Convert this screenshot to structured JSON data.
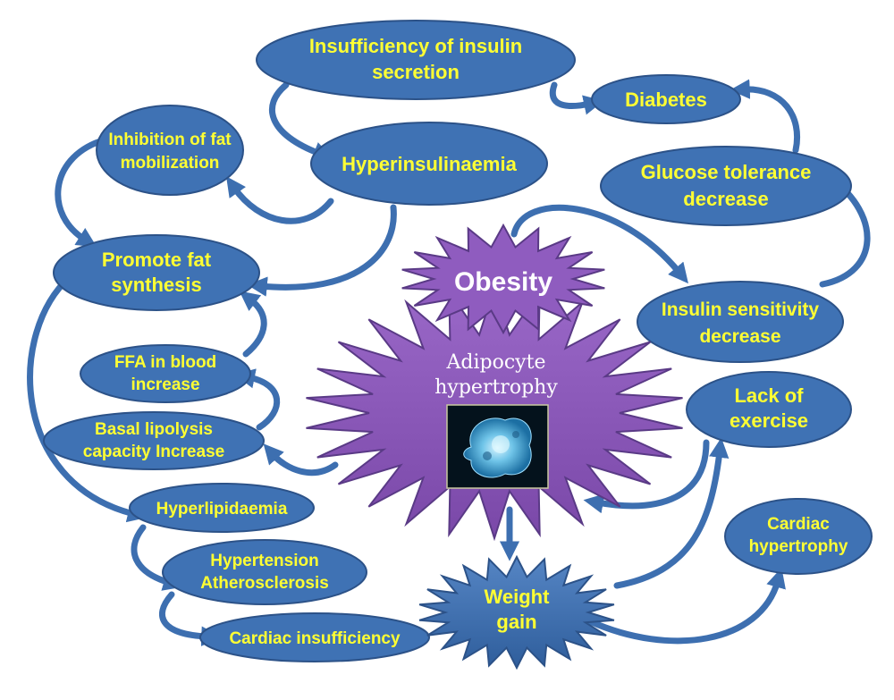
{
  "colors": {
    "ellipse_fill": "#3f72b4",
    "ellipse_stroke": "#2c5288",
    "arrow_fill": "#3d6fb0",
    "label_text": "#ffff33",
    "star_fill": "#8a56b8",
    "star_stroke": "#5a3a86",
    "center_text": "#ffffff"
  },
  "icons": {
    "cell_image": "adipocyte-cell-image"
  },
  "nodes": {
    "insulin_secretion": {
      "line1": "Insufficiency of insulin",
      "line2": "secretion"
    },
    "diabetes": {
      "line1": "Diabetes"
    },
    "inhibition": {
      "line1": "Inhibition of fat",
      "line2": "mobilization"
    },
    "hyperinsulinaemia": {
      "line1": "Hyperinsulinaemia"
    },
    "glucose": {
      "line1": "Glucose tolerance",
      "line2": "decrease"
    },
    "promote": {
      "line1": "Promote fat",
      "line2": "synthesis"
    },
    "insulin_sensitivity": {
      "line1": "Insulin sensitivity",
      "line2": "decrease"
    },
    "ffa": {
      "line1": "FFA in blood",
      "line2": "increase"
    },
    "basal": {
      "line1": "Basal lipolysis",
      "line2": "capacity Increase"
    },
    "lack_exercise": {
      "line1": "Lack of",
      "line2": "exercise"
    },
    "hyperlipidaemia": {
      "line1": "Hyperlipidaemia"
    },
    "cardiac_hypertrophy": {
      "line1": "Cardiac",
      "line2": "hypertrophy"
    },
    "hypertension": {
      "line1": "Hypertension",
      "line2": "Atherosclerosis"
    },
    "cardiac_insufficiency": {
      "line1": "Cardiac insufficiency"
    }
  },
  "center": {
    "obesity": "Obesity",
    "adipocyte_line1": "Adipocyte",
    "adipocyte_line2": "hypertrophy",
    "weight_line1": "Weight",
    "weight_line2": "gain"
  }
}
